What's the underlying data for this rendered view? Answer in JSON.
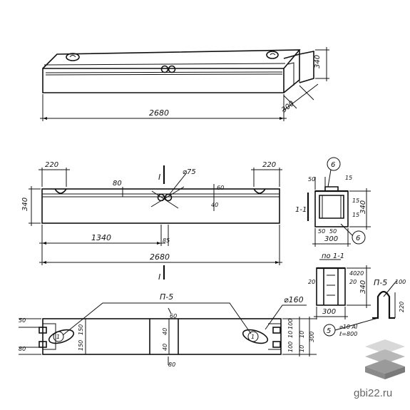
{
  "dimensions": {
    "iso_length": "2680",
    "iso_height": "340",
    "iso_width": "300",
    "front_end_left": "220",
    "front_end_right": "220",
    "hole_dia": "⌀75",
    "front_height": "340",
    "front_80": "80",
    "front_60": "60",
    "front_40": "40",
    "front_half": "1340",
    "front_85": "85",
    "front_length": "2680",
    "top_60": "60",
    "top_150_a": "150",
    "top_150_b": "150",
    "top_40_a": "40",
    "top_40_b": "40",
    "top_80": "80",
    "top_100": "100",
    "top_10": "10",
    "top_10_b": "10",
    "top_100_b": "100",
    "top_10_c": "10",
    "pipe_dia": "⌀160",
    "sec_50_top": "50",
    "sec_15_top": "15",
    "sec_15": "15",
    "sec_15_b": "15",
    "sec_340": "340",
    "sec_50_a": "50",
    "sec_50_b": "50",
    "sec_300": "300",
    "sec_20": "20",
    "sec_40": "40",
    "sec_20_b": "20",
    "sec_20_c": "20",
    "sec_340_b": "340",
    "sec_300_b": "300",
    "loop_100": "100",
    "loop_220": "220",
    "loop_bar": "⌀10 AI",
    "loop_len": "ℓ=800"
  },
  "labels": {
    "section_mark_top": "I",
    "section_mark_bottom": "I",
    "section_cut": "1-1",
    "section_title": "по 1-1",
    "loop_name_top": "П-5",
    "loop_name_right": "П-5",
    "callout_6_a": "6",
    "callout_6_b": "6",
    "callout_5": "5",
    "callout_1_a": "1",
    "callout_1_b": "1"
  },
  "watermark": {
    "text": "gbi22.ru",
    "colors": [
      "#d8d8d8",
      "#b8b8b8",
      "#9a9a9a"
    ]
  }
}
